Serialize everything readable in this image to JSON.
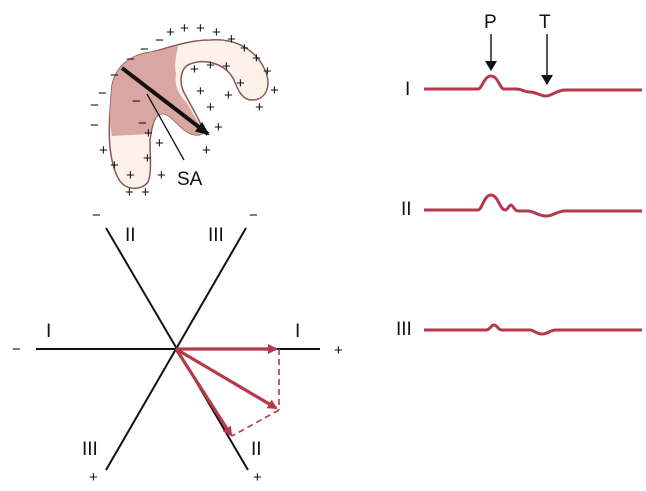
{
  "colors": {
    "accent": "#b5394a",
    "heart_fill": "#fdf1ea",
    "heart_atria": "#d9a6a1",
    "ink": "#111111"
  },
  "heart": {
    "sa_label": "SA",
    "plus_sign": "+",
    "minus_sign": "−"
  },
  "axes": {
    "lead_I_label": "I",
    "lead_II_label": "II",
    "lead_III_label": "III",
    "plus": "+",
    "minus": "−"
  },
  "traces": {
    "p_label": "P",
    "t_label": "T",
    "leads": [
      "I",
      "II",
      "III"
    ]
  }
}
